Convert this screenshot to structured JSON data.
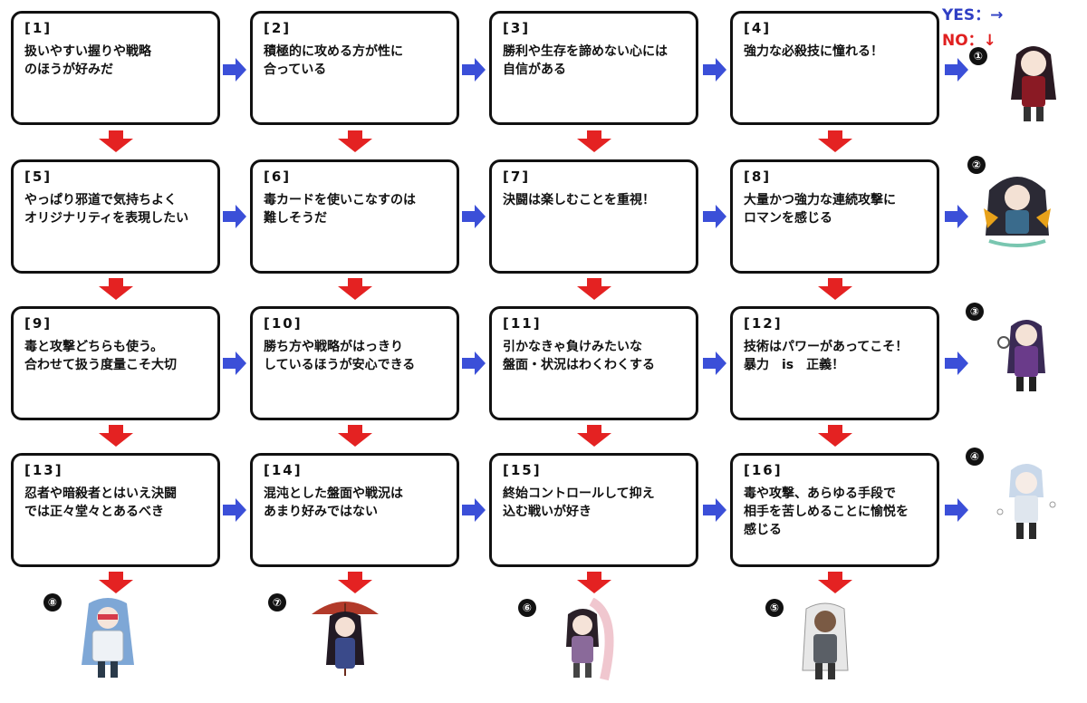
{
  "legend": {
    "yes": "YES：→",
    "no": "NO：↓"
  },
  "colors": {
    "yes_arrow": "#3b4fd8",
    "no_arrow": "#e42222"
  },
  "questions": [
    {
      "num": "[1]",
      "text": "扱いやすい握りや戦略\nのほうが好みだ"
    },
    {
      "num": "[2]",
      "text": "積極的に攻める方が性に\n合っている"
    },
    {
      "num": "[3]",
      "text": "勝利や生存を諦めない心には\n自信がある"
    },
    {
      "num": "[4]",
      "text": "強力な必殺技に憧れる！"
    },
    {
      "num": "[5]",
      "text": "やっぱり邪道で気持ちよく\nオリジナリティを表現したい"
    },
    {
      "num": "[6]",
      "text": "毒カードを使いこなすのは\n難しそうだ"
    },
    {
      "num": "[7]",
      "text": "決闘は楽しむことを重視！"
    },
    {
      "num": "[8]",
      "text": "大量かつ強力な連続攻撃に\nロマンを感じる"
    },
    {
      "num": "[9]",
      "text": "毒と攻撃どちらも使う。\n合わせて扱う度量こそ大切"
    },
    {
      "num": "[10]",
      "text": "勝ち方や戦略がはっきり\nしているほうが安心できる"
    },
    {
      "num": "[11]",
      "text": "引かなきゃ負けみたいな\n盤面・状況はわくわくする"
    },
    {
      "num": "[12]",
      "text": "技術はパワーがあってこそ！\n暴力　is　正義！"
    },
    {
      "num": "[13]",
      "text": "忍者や暗殺者とはいえ決闘\nでは正々堂々とあるべき"
    },
    {
      "num": "[14]",
      "text": "混沌とした盤面や戦況は\nあまり好みではない"
    },
    {
      "num": "[15]",
      "text": "終始コントロールして抑え\n込む戦いが好き"
    },
    {
      "num": "[16]",
      "text": "毒や攻撃、あらゆる手段で\n相手を苦しめることに愉悦を\n感じる"
    }
  ],
  "results": [
    "①",
    "②",
    "③",
    "④",
    "⑤",
    "⑥",
    "⑦",
    "⑧"
  ]
}
